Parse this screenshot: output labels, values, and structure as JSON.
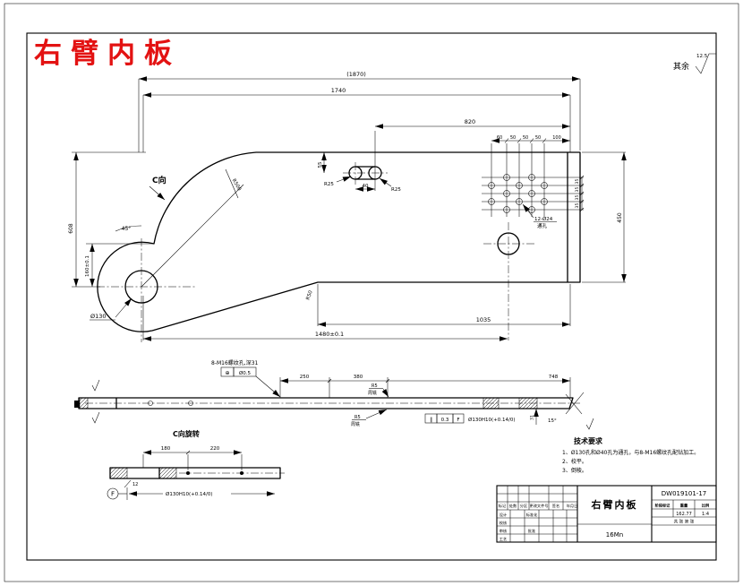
{
  "page": {
    "title": "右臂内板"
  },
  "surface": {
    "prefix": "其余",
    "value": "12.5"
  },
  "mv": {
    "d1870": "(1870)",
    "d1740": "1740",
    "d820": "820",
    "seg1": "60",
    "seg2": "50",
    "seg3": "50",
    "seg4": "50",
    "seg5": "100",
    "row1": "35",
    "row2": "35",
    "row3": "35",
    "row4": "35",
    "d450": "450",
    "d608": "608",
    "d160": "160±0.1",
    "a45": "45°",
    "r500": "R500",
    "dia130": "Ø130",
    "r50": "R50",
    "d1035": "1035",
    "d1480": "1480±0.1",
    "slot_rl": "R25",
    "slot_w": "40",
    "slot_rr": "R25",
    "slot_h": "55",
    "cdir": "C向",
    "holes1": "12-Ø24",
    "holes2": "通孔"
  },
  "sv": {
    "note": "8-M16螺纹孔,深31",
    "fcf1": "⊕",
    "fcf2": "Ø0.5",
    "d250": "250",
    "d380": "380",
    "d748": "748",
    "millt1": "R5",
    "millt2": "周铣",
    "millb1": "R5",
    "millb2": "周铣",
    "par1": "∥",
    "par2": "0.3",
    "par3": "F",
    "fit": "Ø130H10(+0.14/0)",
    "d31": "31",
    "a15": "15°"
  },
  "cv": {
    "title": "C向旋转",
    "d180": "180",
    "d220": "220",
    "d12": "12",
    "fit": "Ø130H10(+0.14/0)",
    "datum": "F"
  },
  "notes": {
    "header": "技术要求",
    "i1": "1、Ø130孔和Ø40孔为通孔，与8-M16螺纹孔配钻加工。",
    "i2": "2、校平。",
    "i3": "3、倒棱。"
  },
  "tb": {
    "name": "右臂内板",
    "no": "DW019101-17",
    "mat": "16Mn",
    "h1": "阶段标记",
    "h2": "重量",
    "h3": "比例",
    "weight": "162.77",
    "scale": "1:4",
    "sheet": "共 张 第 张",
    "r1": "标记",
    "r2": "处数",
    "r3": "分区",
    "r4": "更改文件号",
    "r5": "签名",
    "r6": "年月日",
    "s1": "设计",
    "s2": "校核",
    "s3": "审核",
    "s4": "工艺",
    "s5": "标准化",
    "s6": "批准"
  }
}
